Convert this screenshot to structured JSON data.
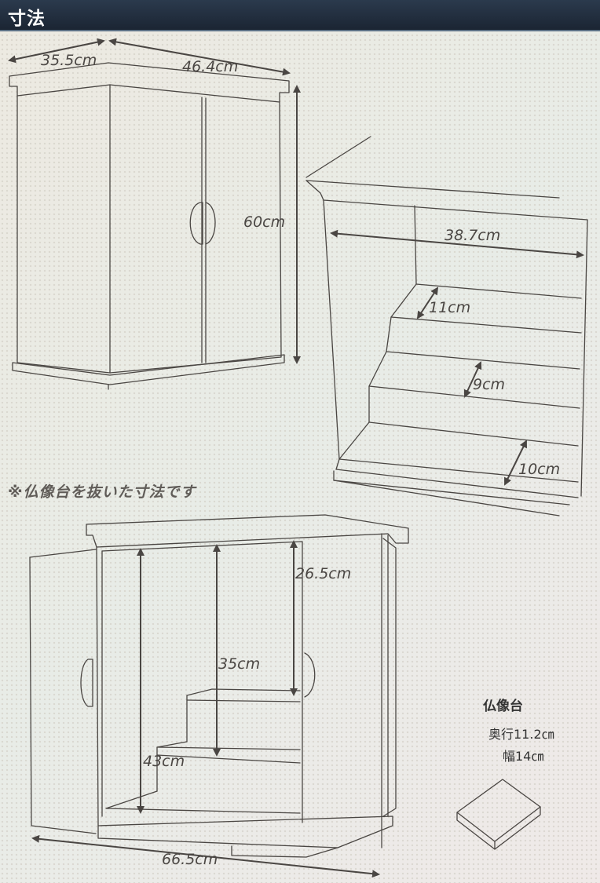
{
  "header": {
    "title": "寸法"
  },
  "figure_top_left": {
    "depth": "35.5cm",
    "width": "46.4cm",
    "height": "60cm"
  },
  "figure_top_right": {
    "inner_width": "38.7cm",
    "step1": "11cm",
    "step2": "9cm",
    "step3": "10cm"
  },
  "note": "※仏像台を抜いた寸法です",
  "figure_bottom": {
    "top_section": "26.5cm",
    "middle_height": "35cm",
    "inner_height": "43cm",
    "open_width": "66.5cm"
  },
  "stand": {
    "title": "仏像台",
    "depth": "奥行11.2㎝",
    "width": "幅14㎝"
  }
}
